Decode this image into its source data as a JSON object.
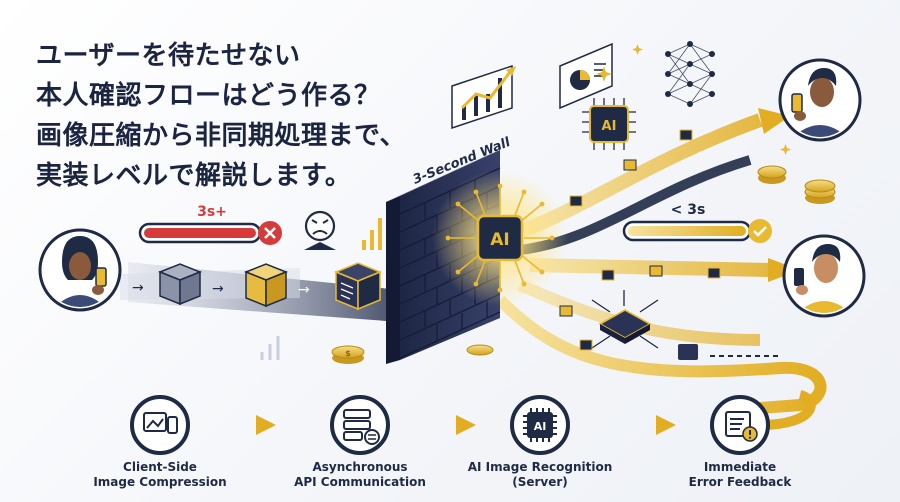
{
  "headline": {
    "lines": [
      "ユーザーを待たせない",
      "本人確認フローはどう作る？",
      "画像圧縮から非同期処理まで、",
      "実装レベルで解説します。"
    ]
  },
  "wall": {
    "label": "3-Second Wall"
  },
  "timers": {
    "slow": {
      "label": "3s+",
      "color": "#d63b3b"
    },
    "fast": {
      "label": "< 3s",
      "color": "#e0b43a"
    }
  },
  "chips": {
    "main": "AI",
    "top": "AI",
    "pipeline": "AI"
  },
  "pipeline": {
    "steps": [
      {
        "icon": "image-phone-icon",
        "line1": "Client-Side",
        "line2": "Image Compression"
      },
      {
        "icon": "server-sync-icon",
        "line1": "Asynchronous",
        "line2": "API Communication"
      },
      {
        "icon": "ai-chip-icon",
        "line1": "AI Image Recognition",
        "line2": "(Server)",
        "chip": "AI"
      },
      {
        "icon": "error-doc-icon",
        "line1": "Immediate",
        "line2": "Error Feedback"
      }
    ]
  },
  "colors": {
    "navy": "#1f2a44",
    "gold": "#e8b931",
    "red": "#d63b3b",
    "wall": "#2a3356",
    "background": "#f3f5f9"
  }
}
